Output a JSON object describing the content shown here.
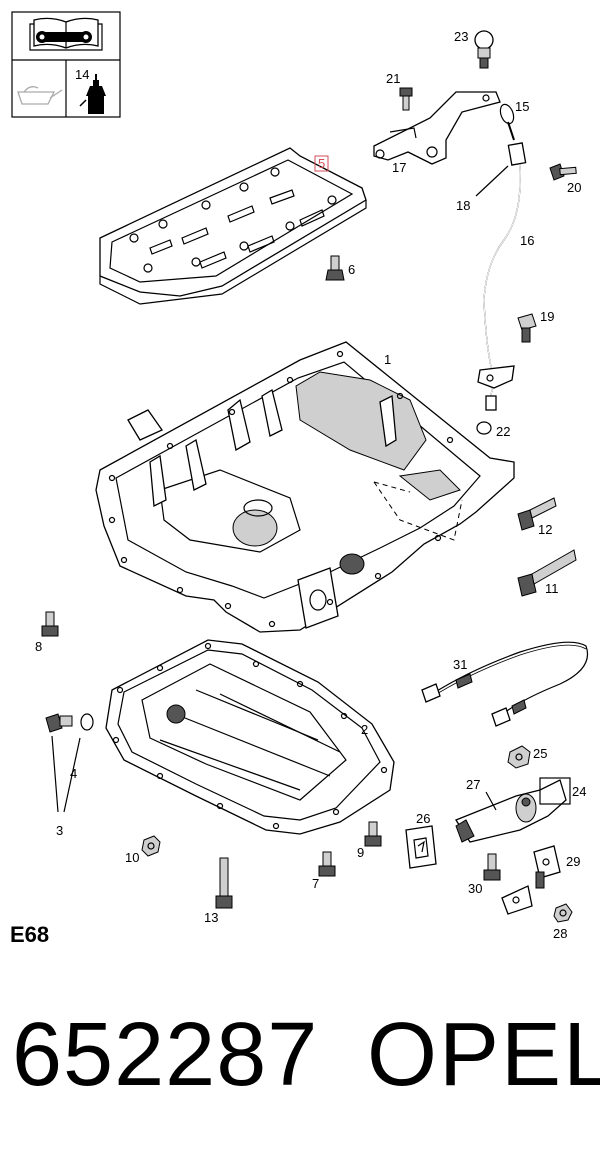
{
  "header_box": {
    "part_number": "14",
    "icons": [
      "manual-wrench-icon",
      "oil-can-icon",
      "sealant-tube-icon"
    ]
  },
  "callouts": {
    "c1": "1",
    "c2": "2",
    "c3": "3",
    "c4": "4",
    "c5": "5",
    "c6": "6",
    "c7": "7",
    "c8": "8",
    "c9": "9",
    "c10": "10",
    "c11": "11",
    "c12": "12",
    "c13": "13",
    "c15": "15",
    "c16": "16",
    "c17": "17",
    "c18": "18",
    "c19": "19",
    "c20": "20",
    "c21": "21",
    "c22": "22",
    "c23": "23",
    "c24": "24",
    "c25": "25",
    "c26": "26",
    "c27": "27",
    "c28": "28",
    "c29": "29",
    "c30": "30",
    "c31": "31"
  },
  "highlighted_callout": "5",
  "highlight_color": "#d34b57",
  "diagram_code": "E68",
  "footer": {
    "number": "652287",
    "brand": "OPEL"
  }
}
